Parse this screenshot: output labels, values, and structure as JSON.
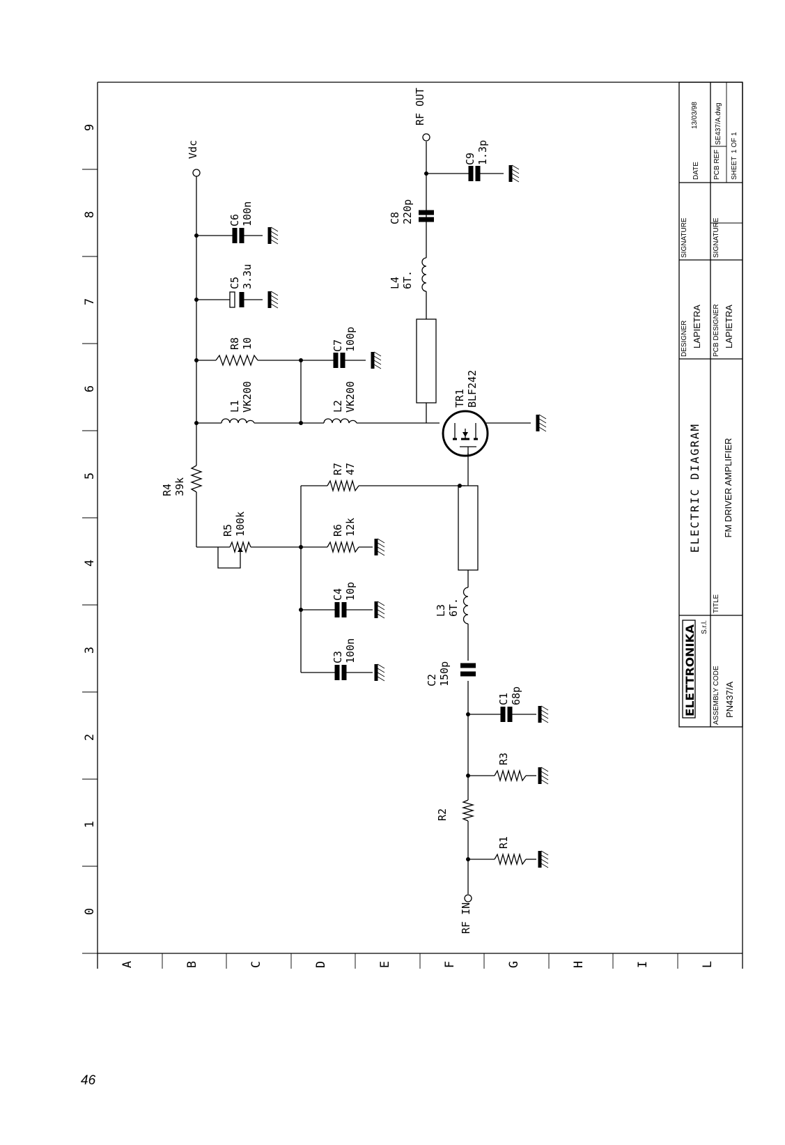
{
  "page_number": "46",
  "grid": {
    "numbers": [
      "0",
      "1",
      "2",
      "3",
      "4",
      "5",
      "6",
      "7",
      "8",
      "9"
    ],
    "letters": [
      "A",
      "B",
      "C",
      "D",
      "E",
      "F",
      "G",
      "H",
      "I",
      "L"
    ]
  },
  "title_block": {
    "company": "ELETTRONIKA",
    "company_suffix": "S.r.l.",
    "assembly_code_label": "ASSEMBLY CODE",
    "assembly_code": "PN437/A",
    "title_label": "TITLE",
    "diagram_title": "ELECTRIC DIAGRAM",
    "product_title": "FM DRIVER AMPLIFIER",
    "designer_label": "DESIGNER",
    "designer": "LAPIETRA",
    "pcb_designer_label": "PCB DESIGNER",
    "pcb_designer": "LAPIETRA",
    "signature_label": "SIGNATURE",
    "signature_label_2": "SIGNATURE",
    "date_label": "DATE",
    "date": "13/03/98",
    "pcb_ref_label": "PCB REF",
    "pcb_ref": "SE437/A.dwg",
    "sheet_label": "SHEET",
    "sheet_text": "1  OF  1"
  },
  "ports": {
    "vdc": "Vdc",
    "rf_out": "RF OUT",
    "rf_in": "RF IN"
  },
  "components": {
    "R1": {
      "ref": "R1",
      "value": ""
    },
    "R2": {
      "ref": "R2",
      "value": ""
    },
    "R3": {
      "ref": "R3",
      "value": ""
    },
    "R4": {
      "ref": "R4",
      "value": "39k"
    },
    "R5": {
      "ref": "R5",
      "value": "100k"
    },
    "R6": {
      "ref": "R6",
      "value": "12k"
    },
    "R7": {
      "ref": "R7",
      "value": "47"
    },
    "R8": {
      "ref": "R8",
      "value": "10"
    },
    "C1": {
      "ref": "C1",
      "value": "68p"
    },
    "C2": {
      "ref": "C2",
      "value": "150p"
    },
    "C3": {
      "ref": "C3",
      "value": "100n"
    },
    "C4": {
      "ref": "C4",
      "value": "10p"
    },
    "C5": {
      "ref": "C5",
      "value": "3.3u"
    },
    "C6": {
      "ref": "C6",
      "value": "100n"
    },
    "C7": {
      "ref": "C7",
      "value": "100p"
    },
    "C8": {
      "ref": "C8",
      "value": "220p"
    },
    "C9": {
      "ref": "C9",
      "value": "1.3p"
    },
    "L1": {
      "ref": "L1",
      "value": "VK200"
    },
    "L2": {
      "ref": "L2",
      "value": "VK200"
    },
    "L3": {
      "ref": "L3",
      "value": "6T."
    },
    "L4": {
      "ref": "L4",
      "value": "6T."
    },
    "TR1": {
      "ref": "TR1",
      "value": "BLF242"
    }
  }
}
